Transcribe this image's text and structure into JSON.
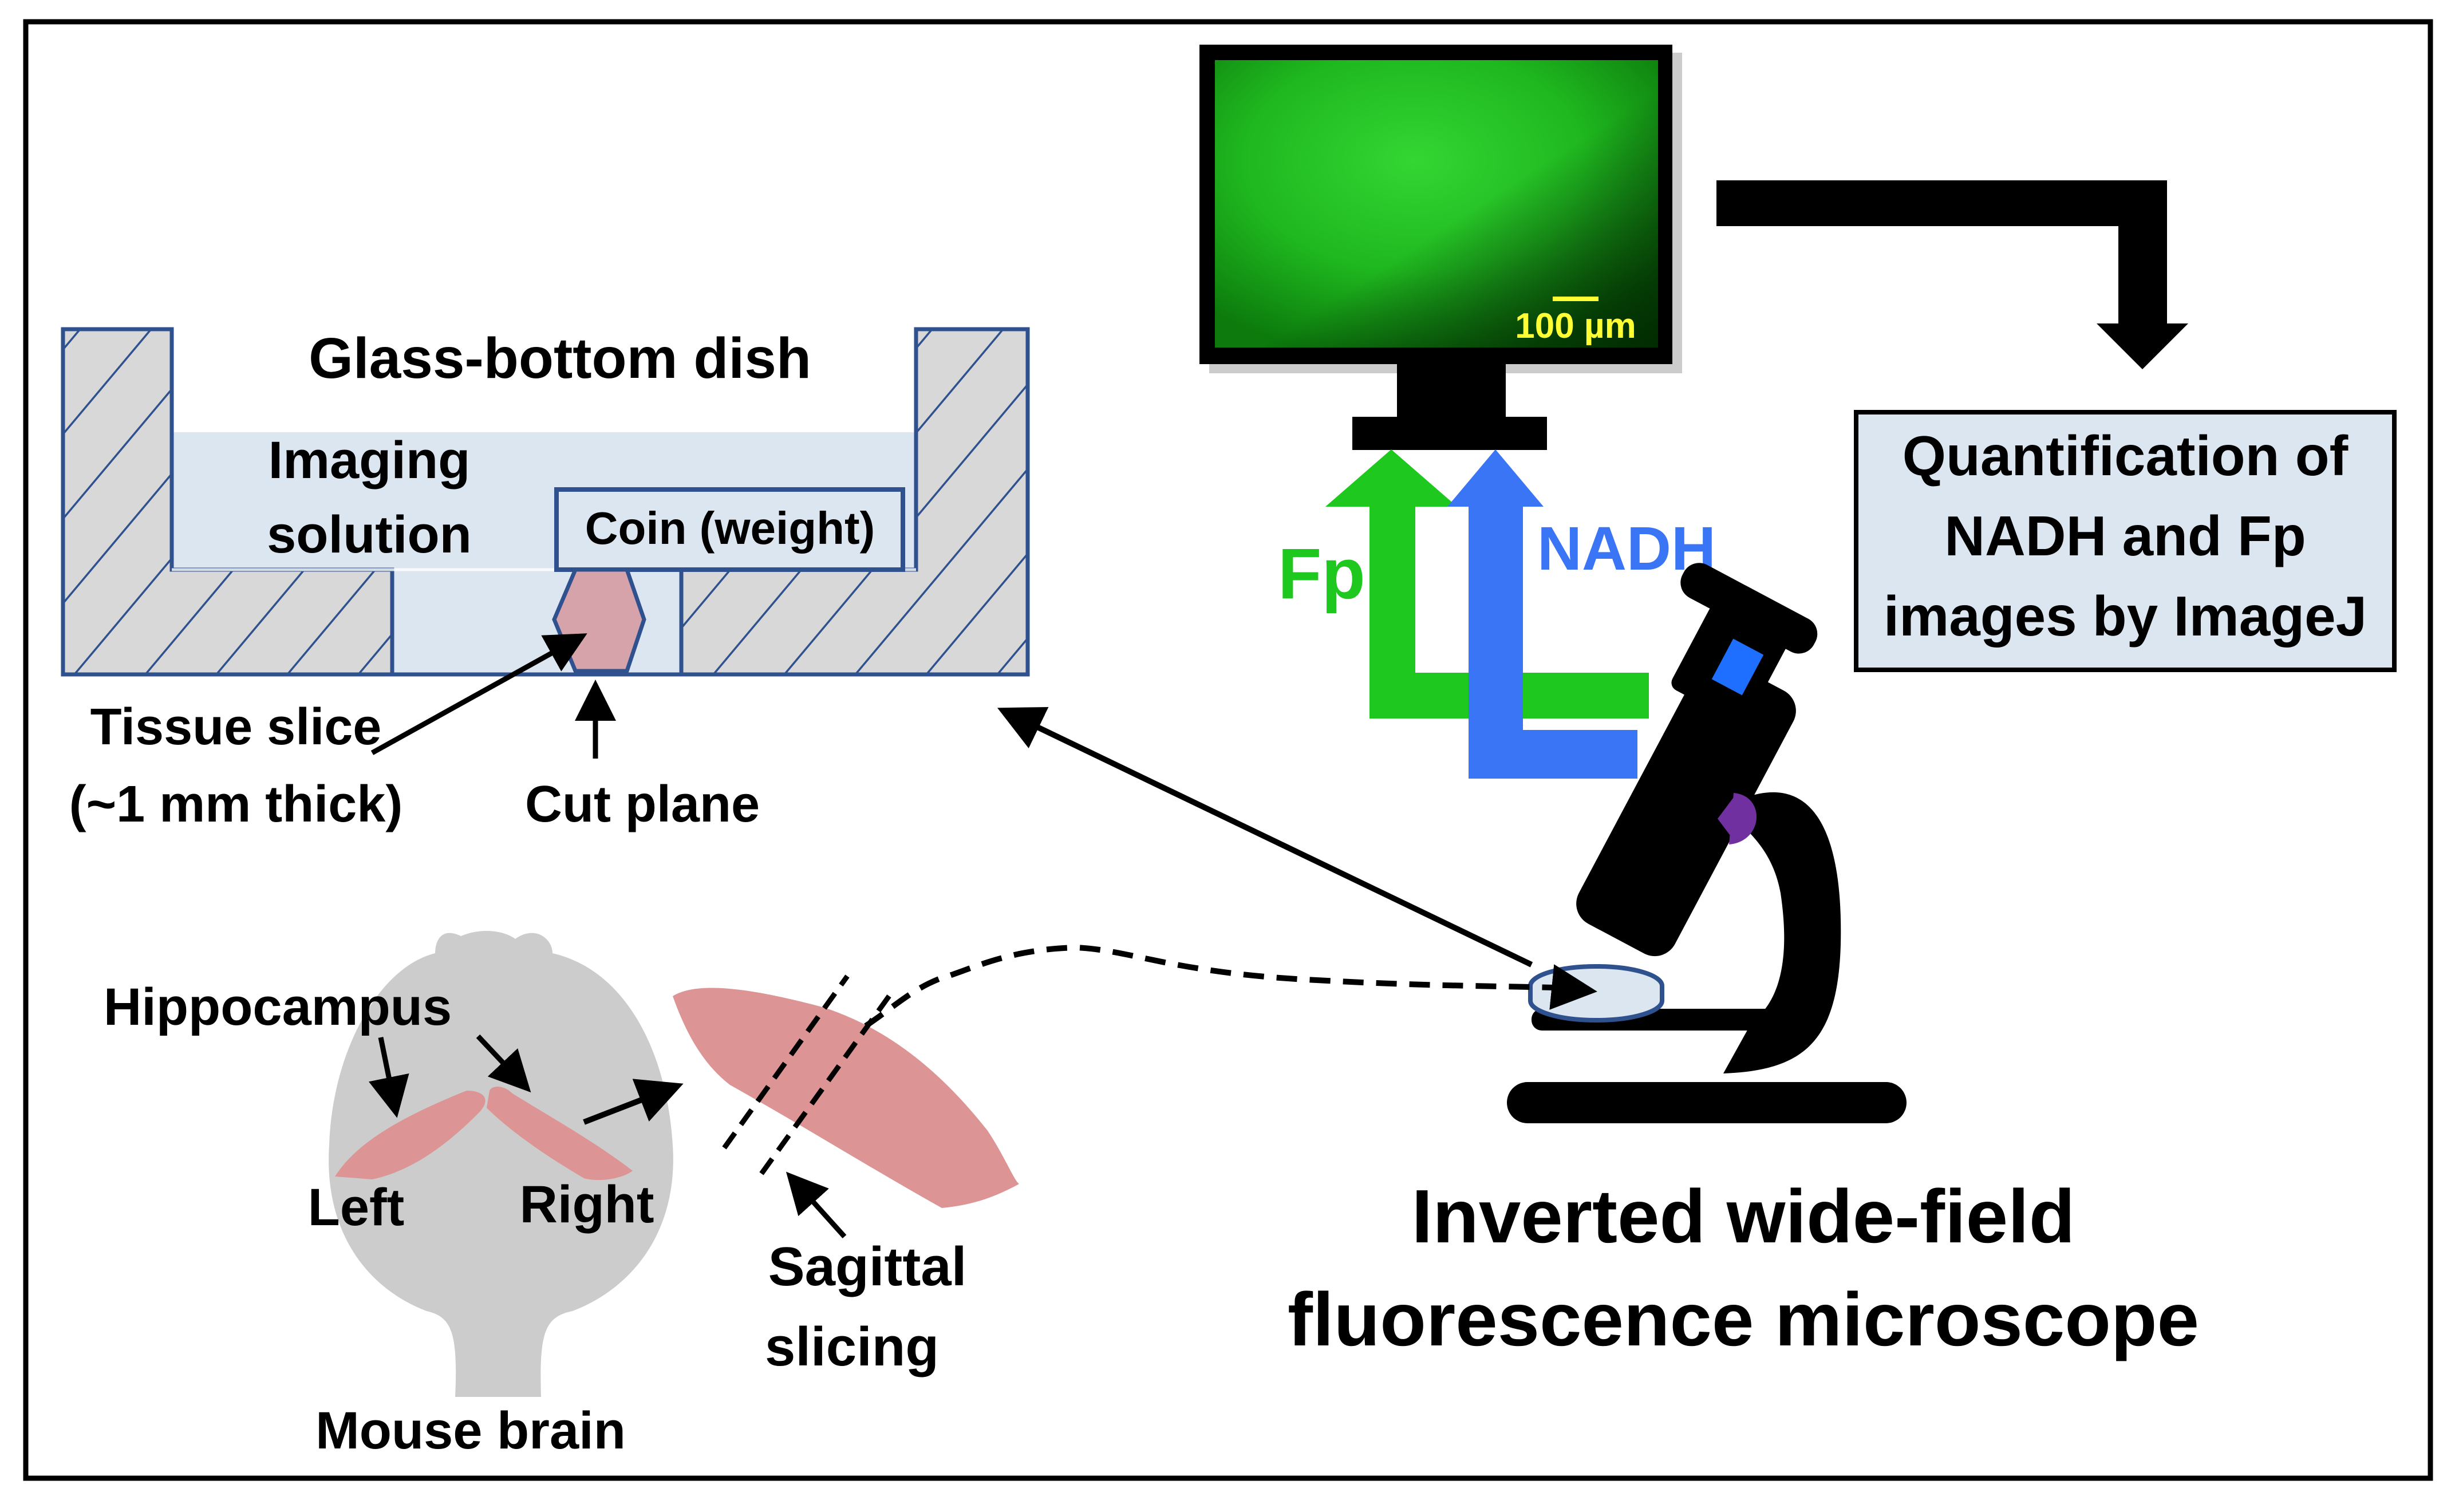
{
  "dish": {
    "title": "Glass-bottom dish",
    "solution_line1": "Imaging",
    "solution_line2": "solution",
    "coin": "Coin (weight)",
    "tissue_line1": "Tissue slice",
    "tissue_line2": "(~1 mm thick)",
    "cut_plane": "Cut plane"
  },
  "monitor": {
    "scale_bar": "100 µm"
  },
  "signals": {
    "fp": "Fp",
    "nadh": "NADH"
  },
  "quantification": {
    "line1": "Quantification of",
    "line2": "NADH and Fp",
    "line3": "images by ImageJ"
  },
  "brain": {
    "hippocampus": "Hippocampus",
    "left": "Left",
    "right": "Right",
    "caption": "Mouse brain"
  },
  "slicing": {
    "line1": "Sagittal",
    "line2": "slicing"
  },
  "microscope": {
    "line1": "Inverted wide-field",
    "line2": "fluorescence microscope"
  },
  "colors": {
    "fp_arrow": "#1ec81e",
    "nadh_arrow": "#3a75f5",
    "hippocampus": "#dc9494",
    "dish_fill": "#d8d8d8",
    "solution": "#dce6f1",
    "quant_box": "#dce6f1",
    "brain": "#cccccc",
    "screen_green": "#1fc21f"
  }
}
